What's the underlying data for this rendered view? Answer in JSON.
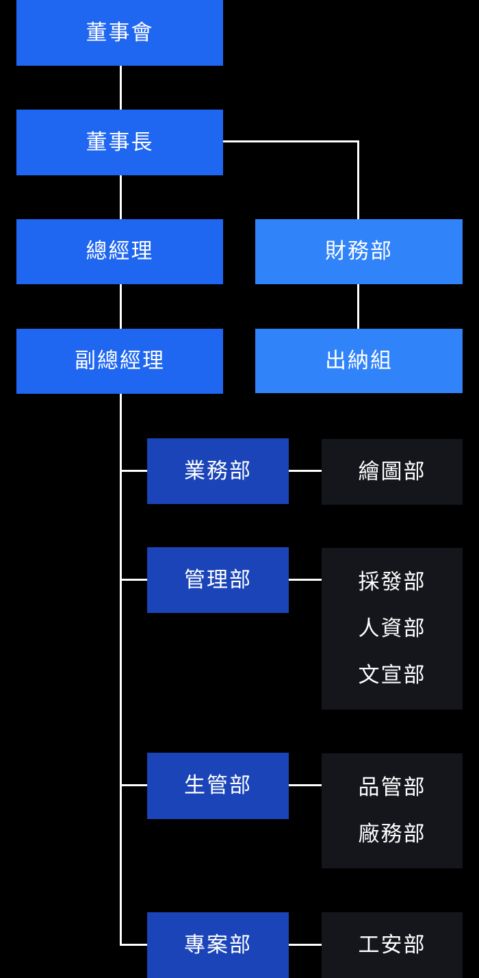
{
  "colors": {
    "executive_box": "#1f66f1",
    "finance_box": "#3183fa",
    "department_box": "#1a44b8",
    "sub_department_box": "#14161c",
    "connector_line": "#ffffff",
    "text": "#ffffff",
    "background": "#000000"
  },
  "org": {
    "board": {
      "label": "董事會"
    },
    "chairman": {
      "label": "董事長"
    },
    "general_manager": {
      "label": "總經理"
    },
    "finance_dept": {
      "label": "財務部"
    },
    "vice_general_manager": {
      "label": "副總經理"
    },
    "cashier_group": {
      "label": "出納組"
    },
    "departments": [
      {
        "label": "業務部",
        "children": [
          "繪圖部"
        ]
      },
      {
        "label": "管理部",
        "children": [
          "採發部",
          "人資部",
          "文宣部"
        ]
      },
      {
        "label": "生管部",
        "children": [
          "品管部",
          "廠務部"
        ]
      },
      {
        "label": "專案部",
        "children": [
          "工安部"
        ]
      }
    ]
  }
}
